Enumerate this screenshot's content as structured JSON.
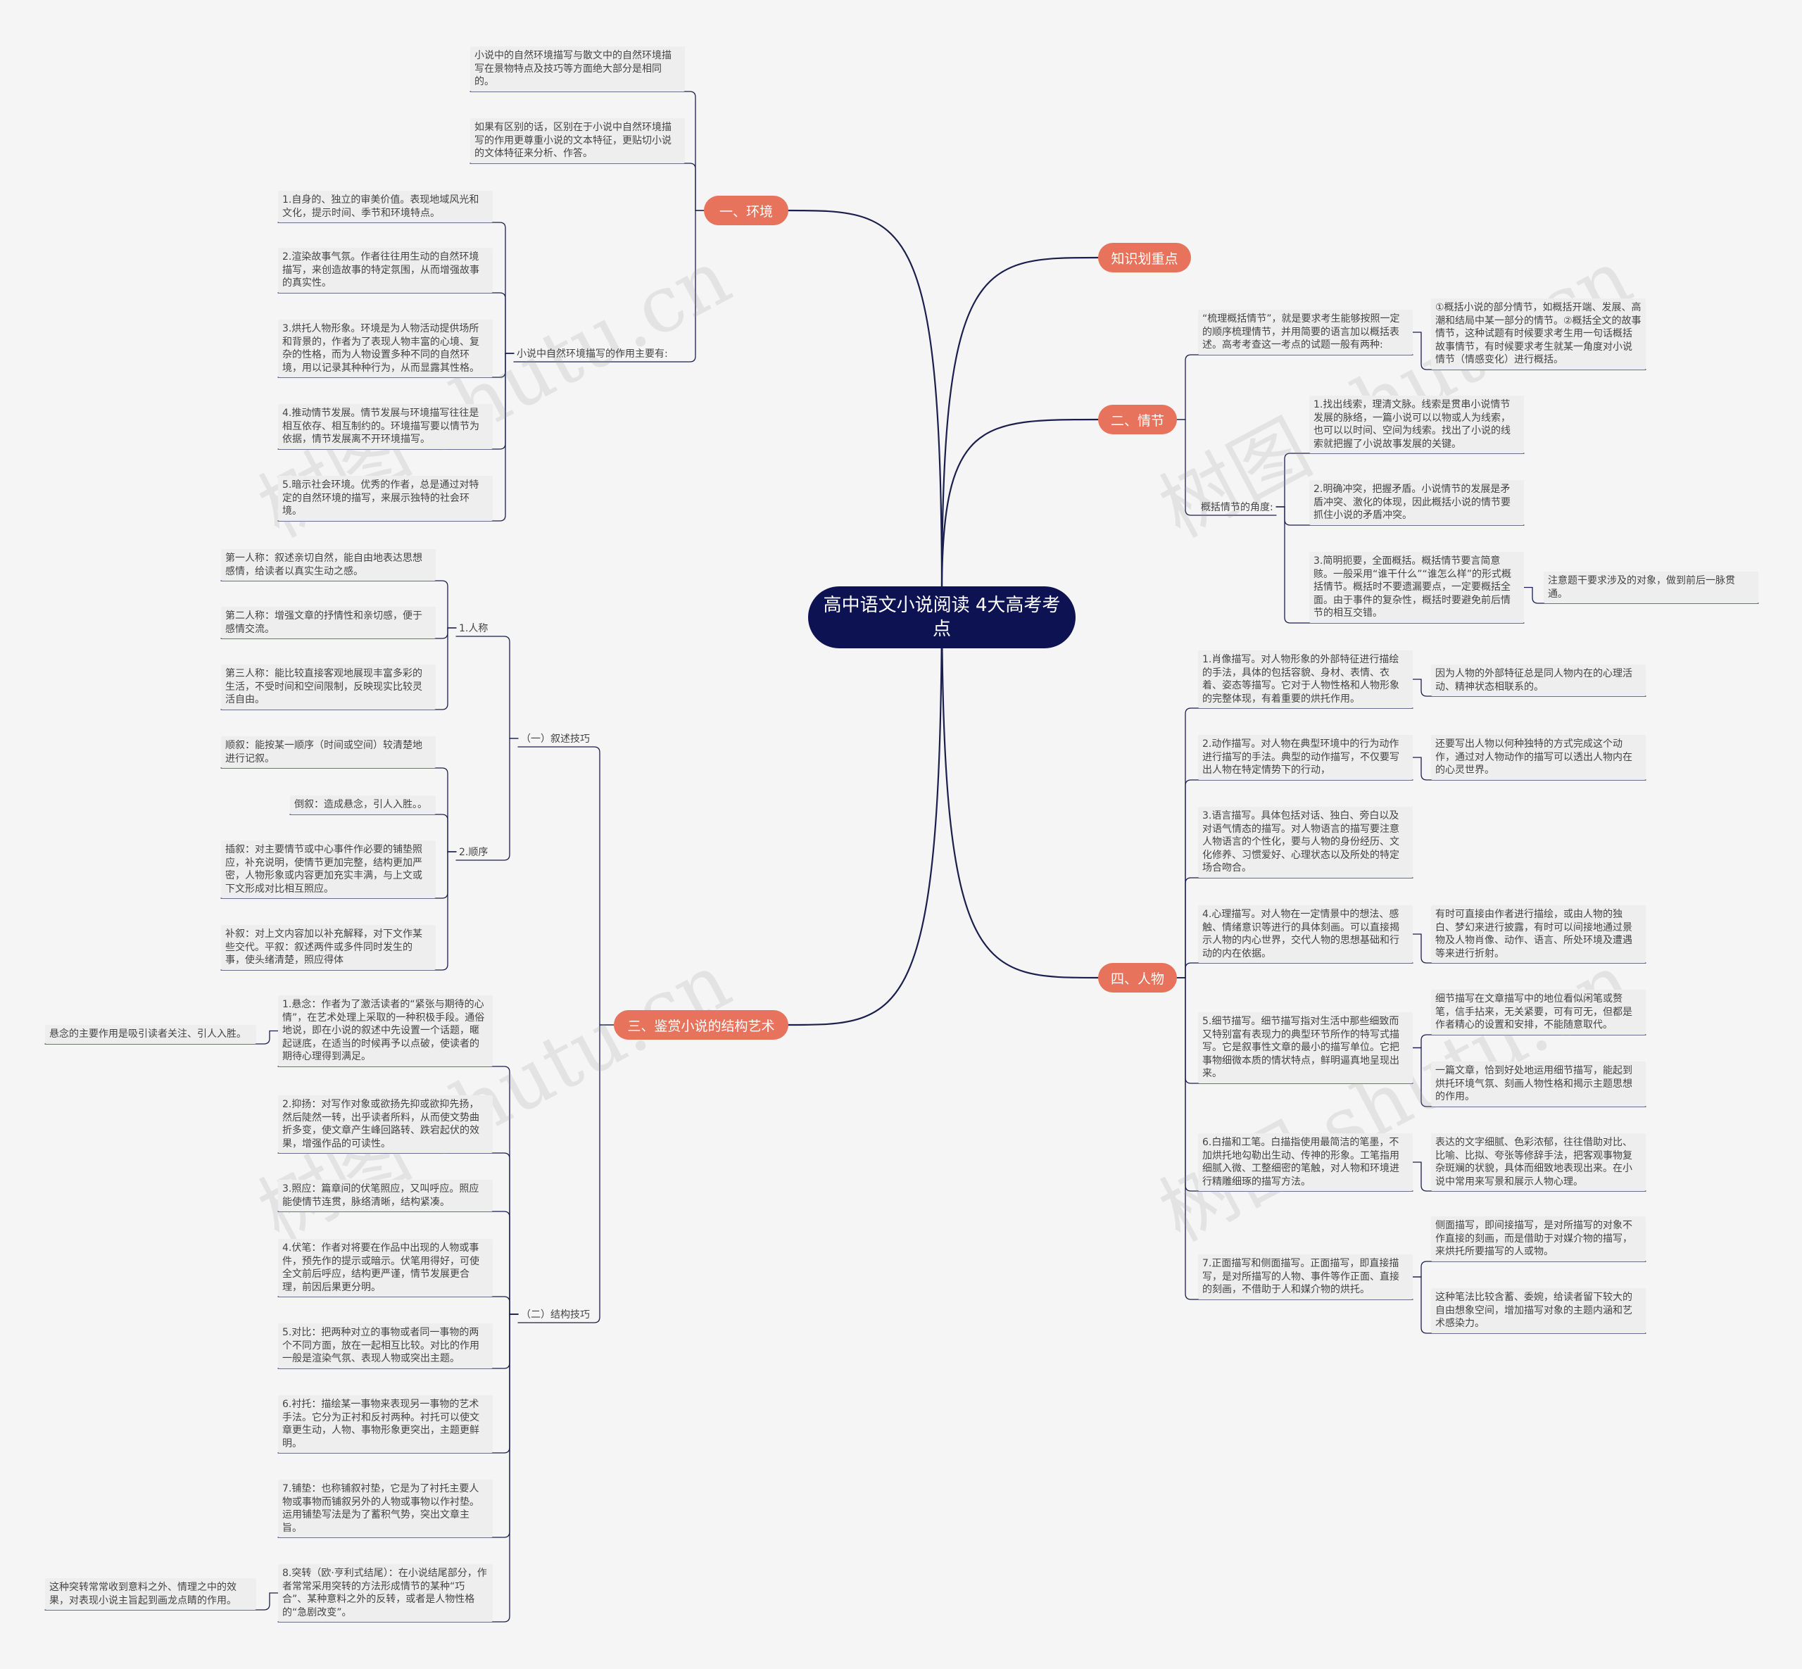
{
  "root": {
    "title": "高中语文小说阅读 4大高考考点"
  },
  "watermark": "树图 shutu.cn",
  "colors": {
    "root": "#0d1252",
    "branch": "#e8735c",
    "line": "#1a1f4d",
    "text": "#444444",
    "box": "#eeeeef"
  },
  "branches": {
    "b1": "一、环境",
    "b2": "知识划重点",
    "b3": "二、情节",
    "b4": "三、鉴赏小说的结构艺术",
    "b5": "四、人物"
  },
  "env": {
    "n1": "小说中的自然环境描写与散文中的自然环境描写在景物特点及技巧等方面绝大部分是相同的。",
    "n2": "如果有区别的话，区别在于小说中自然环境描写的作用更尊重小说的文本特征，更贴切小说的文体特征来分析、作答。",
    "role_label": "小说中自然环境描写的作用主要有:",
    "r1": "1.自身的、独立的审美价值。表现地域风光和文化，提示时间、季节和环境特点。",
    "r2": "2.渲染故事气氛。作者往往用生动的自然环境描写，来创造故事的特定氛围，从而增强故事的真实性。",
    "r3": "3.烘托人物形象。环境是为人物活动提供场所和背景的，作者为了表现人物丰富的心境、复杂的性格，而为人物设置多种不同的自然环境，用以记录其种种行为，从而显露其性格。",
    "r4": "4.推动情节发展。情节发展与环境描写往往是相互依存、相互制约的。环境描写要以情节为依据，情节发展离不开环境描写。",
    "r5": "5.暗示社会环境。优秀的作者，总是通过对特定的自然环境的描写，来展示独特的社会环境。"
  },
  "plot": {
    "n1": "“梳理概括情节”，就是要求考生能够按照一定的顺序梳理情节，并用简要的语言加以概括表述。高考考查这一考点的试题一般有两种:",
    "n1_child": "①概括小说的部分情节，如概括开端、发展、高潮和结局中某一部分的情节。②概括全文的故事情节，这种试题有时候要求考生用一句话概括故事情节，有时候要求考生就某一角度对小说情节（情感变化）进行概括。",
    "angle_label": "概括情节的角度:",
    "a1": "1.找出线索，理清文脉。线索是贯串小说情节发展的脉络，一篇小说可以以物或人为线索，也可以以时间、空间为线索。找出了小说的线索就把握了小说故事发展的关键。",
    "a2": "2.明确冲突，把握矛盾。小说情节的发展是矛盾冲突、激化的体现，因此概括小说的情节要抓住小说的矛盾冲突。",
    "a3": "3.简明扼要，全面概括。概括情节要言简意赅。一般采用“谁干什么”“谁怎么样”的形式概括情节。概括时不要遗漏要点，一定要概括全面。由于事件的复杂性，概括时要避免前后情节的相互交错。",
    "a3_child": "注意题干要求涉及的对象，做到前后一脉贯通。"
  },
  "struct": {
    "narr_label": "（一）叙述技巧",
    "person_label": "1.人称",
    "p1": "第一人称：叙述亲切自然，能自由地表达思想感情，给读者以真实生动之感。",
    "p2": "第二人称：增强文章的抒情性和亲切感，便于感情交流。",
    "p3": "第三人称：能比较直接客观地展现丰富多彩的生活，不受时间和空间限制，反映现实比较灵活自由。",
    "order_label": "2.顺序",
    "o1": "顺叙：能按某一顺序（时间或空间）较清楚地进行记叙。",
    "o2": "倒叙：造成悬念，引人入胜。。",
    "o3": "插叙：对主要情节或中心事件作必要的铺垫照应，补充说明，使情节更加完整，结构更加严密，人物形象或内容更加充实丰满，与上文或下文形成对比相互照应。",
    "o4": "补叙：对上文内容加以补充解释，对下文作某些交代。平叙：叙述两件或多件同时发生的事，使头绪清楚，照应得体",
    "skill_label": "（二）结构技巧",
    "s1": "1.悬念：作者为了激活读者的“紧张与期待的心情”，在艺术处理上采取的一种积极手段。通俗地说，即在小说的叙述中先设置一个话题，暱起谜底，在适当的时候再予以点破，使读者的期待心理得到满足。",
    "s1_left": "悬念的主要作用是吸引读者关注、引人入胜。",
    "s2": "2.抑扬：对写作对象或欲扬先抑或欲抑先扬，然后陡然一转，出乎读者所料，从而使文势曲折多变，使文章产生峰回路转、跌宕起伏的效果，增强作品的可读性。",
    "s3": "3.照应：篇章间的伏笔照应，又叫呼应。照应能使情节连贯，脉络清晰，结构紧凑。",
    "s4": "4.伏笔：作者对将要在作品中出现的人物或事件，预先作的提示或暗示。伏笔用得好，可使全文前后呼应，结构更严谨，情节发展更合理，前因后果更分明。",
    "s5": "5.对比：把两种对立的事物或者同一事物的两个不同方面，放在一起相互比较。对比的作用一般是渲染气氛、表现人物或突出主题。",
    "s6": "6.衬托：描绘某一事物来表现另一事物的艺术手法。它分为正衬和反衬两种。衬托可以使文章更生动，人物、事物形象更突出，主题更鲜明。",
    "s7": "7.铺垫：也称铺叙衬垫，它是为了衬托主要人物或事物而铺叙另外的人物或事物以作衬垫。运用铺垫写法是为了蓄积气势，突出文章主旨。",
    "s8": "8.突转（欧·亨利式结尾）：在小说结尾部分，作者常常采用突转的方法形成情节的某种“巧合”、某种意料之外的反转，或者是人物性格的“急剧改变”。",
    "s8_left": "这种突转常常收到意料之外、情理之中的效果，对表现小说主旨起到画龙点睛的作用。"
  },
  "person": {
    "c1": "1.肖像描写。对人物形象的外部特征进行描绘的手法，具体的包括容貌、身材、表情、衣着、姿态等描写。它对于人物性格和人物形象的完整体现，有着重要的烘托作用。",
    "c1_child": "因为人物的外部特征总是同人物内在的心理活动、精神状态相联系的。",
    "c2": "2.动作描写。对人物在典型环境中的行为动作进行描写的手法。典型的动作描写，不仅要写出人物在特定情势下的行动，",
    "c2_child": "还要写出人物以何种独特的方式完成这个动作，通过对人物动作的描写可以透出人物内在的心灵世界。",
    "c3": "3.语言描写。具体包括对话、独白、旁白以及对语气情态的描写。对人物语言的描写要注意人物语言的个性化，要与人物的身份经历、文化修养、习惯爱好、心理状态以及所处的特定场合吻合。",
    "c4": "4.心理描写。对人物在一定情景中的想法、感触、情绪意识等进行的具体刻画。可以直接揭示人物的内心世界，交代人物的思想基础和行动的内在依据。",
    "c4_child": "有时可直接由作者进行描绘，或由人物的独白、梦幻来进行披露，有时可以间接地通过景物及人物肖像、动作、语言、所处环境及遭遇等来进行折射。",
    "c5": "5.细节描写。细节描写指对生活中那些细致而又特别富有表现力的典型环节所作的特写式描写。它是叙事性文章的最小的描写单位。它把事物细微本质的情状特点，鲜明逼真地呈现出来。",
    "c5_child1": "细节描写在文章描写中的地位看似闲笔或赘笔，信手拈来，无关紧要，可有可无，但都是作者精心的设置和安排，不能随意取代。",
    "c5_child2": "一篇文章，恰到好处地运用细节描写，能起到烘托环境气氛、刻画人物性格和揭示主题思想的作用。",
    "c6": "6.白描和工笔。白描指使用最简洁的笔墨，不加烘托地勾勒出生动、传神的形象。工笔指用细腻入微、工整细密的笔触，对人物和环境进行精雕细琢的描写方法。",
    "c6_child": "表达的文字细腻、色彩浓郁，往往借助对比、比喻、比拟、夸张等修辞手法，把客观事物复杂斑斓的状貌，具体而细致地表现出来。在小说中常用来写景和展示人物心理。",
    "c7": "7.正面描写和侧面描写。正面描写，即直接描写，是对所描写的人物、事件等作正面、直接的刻画，不借助于人和媒介物的烘托。",
    "c7_child1": "侧面描写，即间接描写，是对所描写的对象不作直接的刻画，而是借助于对媒介物的描写，来烘托所要描写的人或物。",
    "c7_child2": "这种笔法比较含蓄、委婉，给读者留下较大的自由想象空间，增加描写对象的主题内涵和艺术感染力。"
  }
}
